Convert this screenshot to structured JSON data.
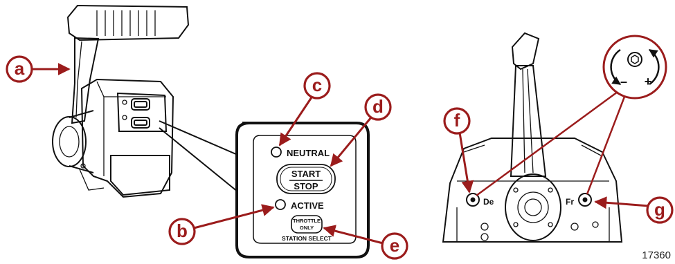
{
  "callouts": {
    "a": "a",
    "b": "b",
    "c": "c",
    "d": "d",
    "e": "e",
    "f": "f",
    "g": "g"
  },
  "panel": {
    "neutral": "NEUTRAL",
    "start": "START",
    "stop": "STOP",
    "active": "ACTIVE",
    "throttle": "THROTTLE",
    "only": "ONLY",
    "station_select": "STATION SELECT"
  },
  "right_labels": {
    "de": "De",
    "fr": "Fr",
    "minus": "–",
    "plus": "+"
  },
  "figure_number": "17360",
  "colors": {
    "callout": "#9b1c1c",
    "line": "#111111"
  }
}
